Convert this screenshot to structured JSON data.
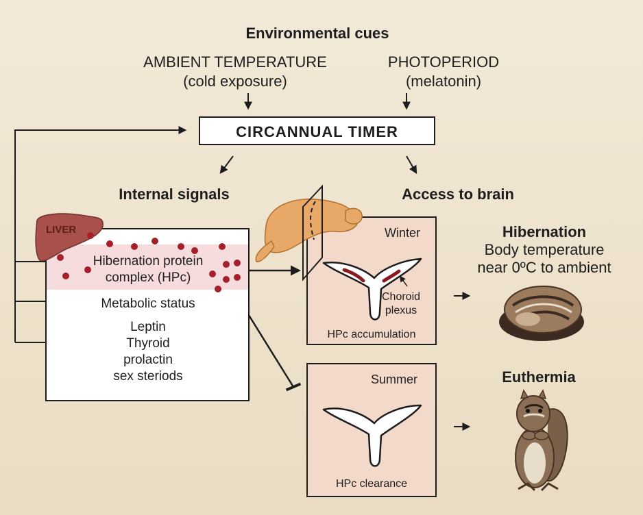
{
  "env": {
    "title": "Environmental cues",
    "ambient_title": "AMBIENT TEMPERATURE",
    "ambient_sub": "(cold exposure)",
    "photo_title": "PHOTOPERIOD",
    "photo_sub": "(melatonin)"
  },
  "timer_label": "CIRCANNUAL TIMER",
  "internal": {
    "heading": "Internal signals",
    "liver_label": "LIVER",
    "hpc_line1": "Hibernation protein",
    "hpc_line2": "complex (HPc)",
    "metabolic": "Metabolic status",
    "items": [
      "Leptin",
      "Thyroid",
      "prolactin",
      "sex steriods"
    ]
  },
  "brain": {
    "heading": "Access to brain",
    "winter_label": "Winter",
    "choroid_line1": "Choroid",
    "choroid_line2": "plexus",
    "winter_caption": "HPc accumulation",
    "summer_label": "Summer",
    "summer_caption": "HPc clearance"
  },
  "outcomes": {
    "hibernation_title": "Hibernation",
    "hibernation_line1": "Body temperature",
    "hibernation_line2": "near 0ºC to ambient",
    "euthermia_title": "Euthermia"
  },
  "colors": {
    "background": "#efe4cf",
    "liver": "#a8504a",
    "hpc_dots": "#a5202a",
    "panel_fill": "#f3d9c9",
    "brain": "#e8a868",
    "animal": "#8b6f55"
  }
}
